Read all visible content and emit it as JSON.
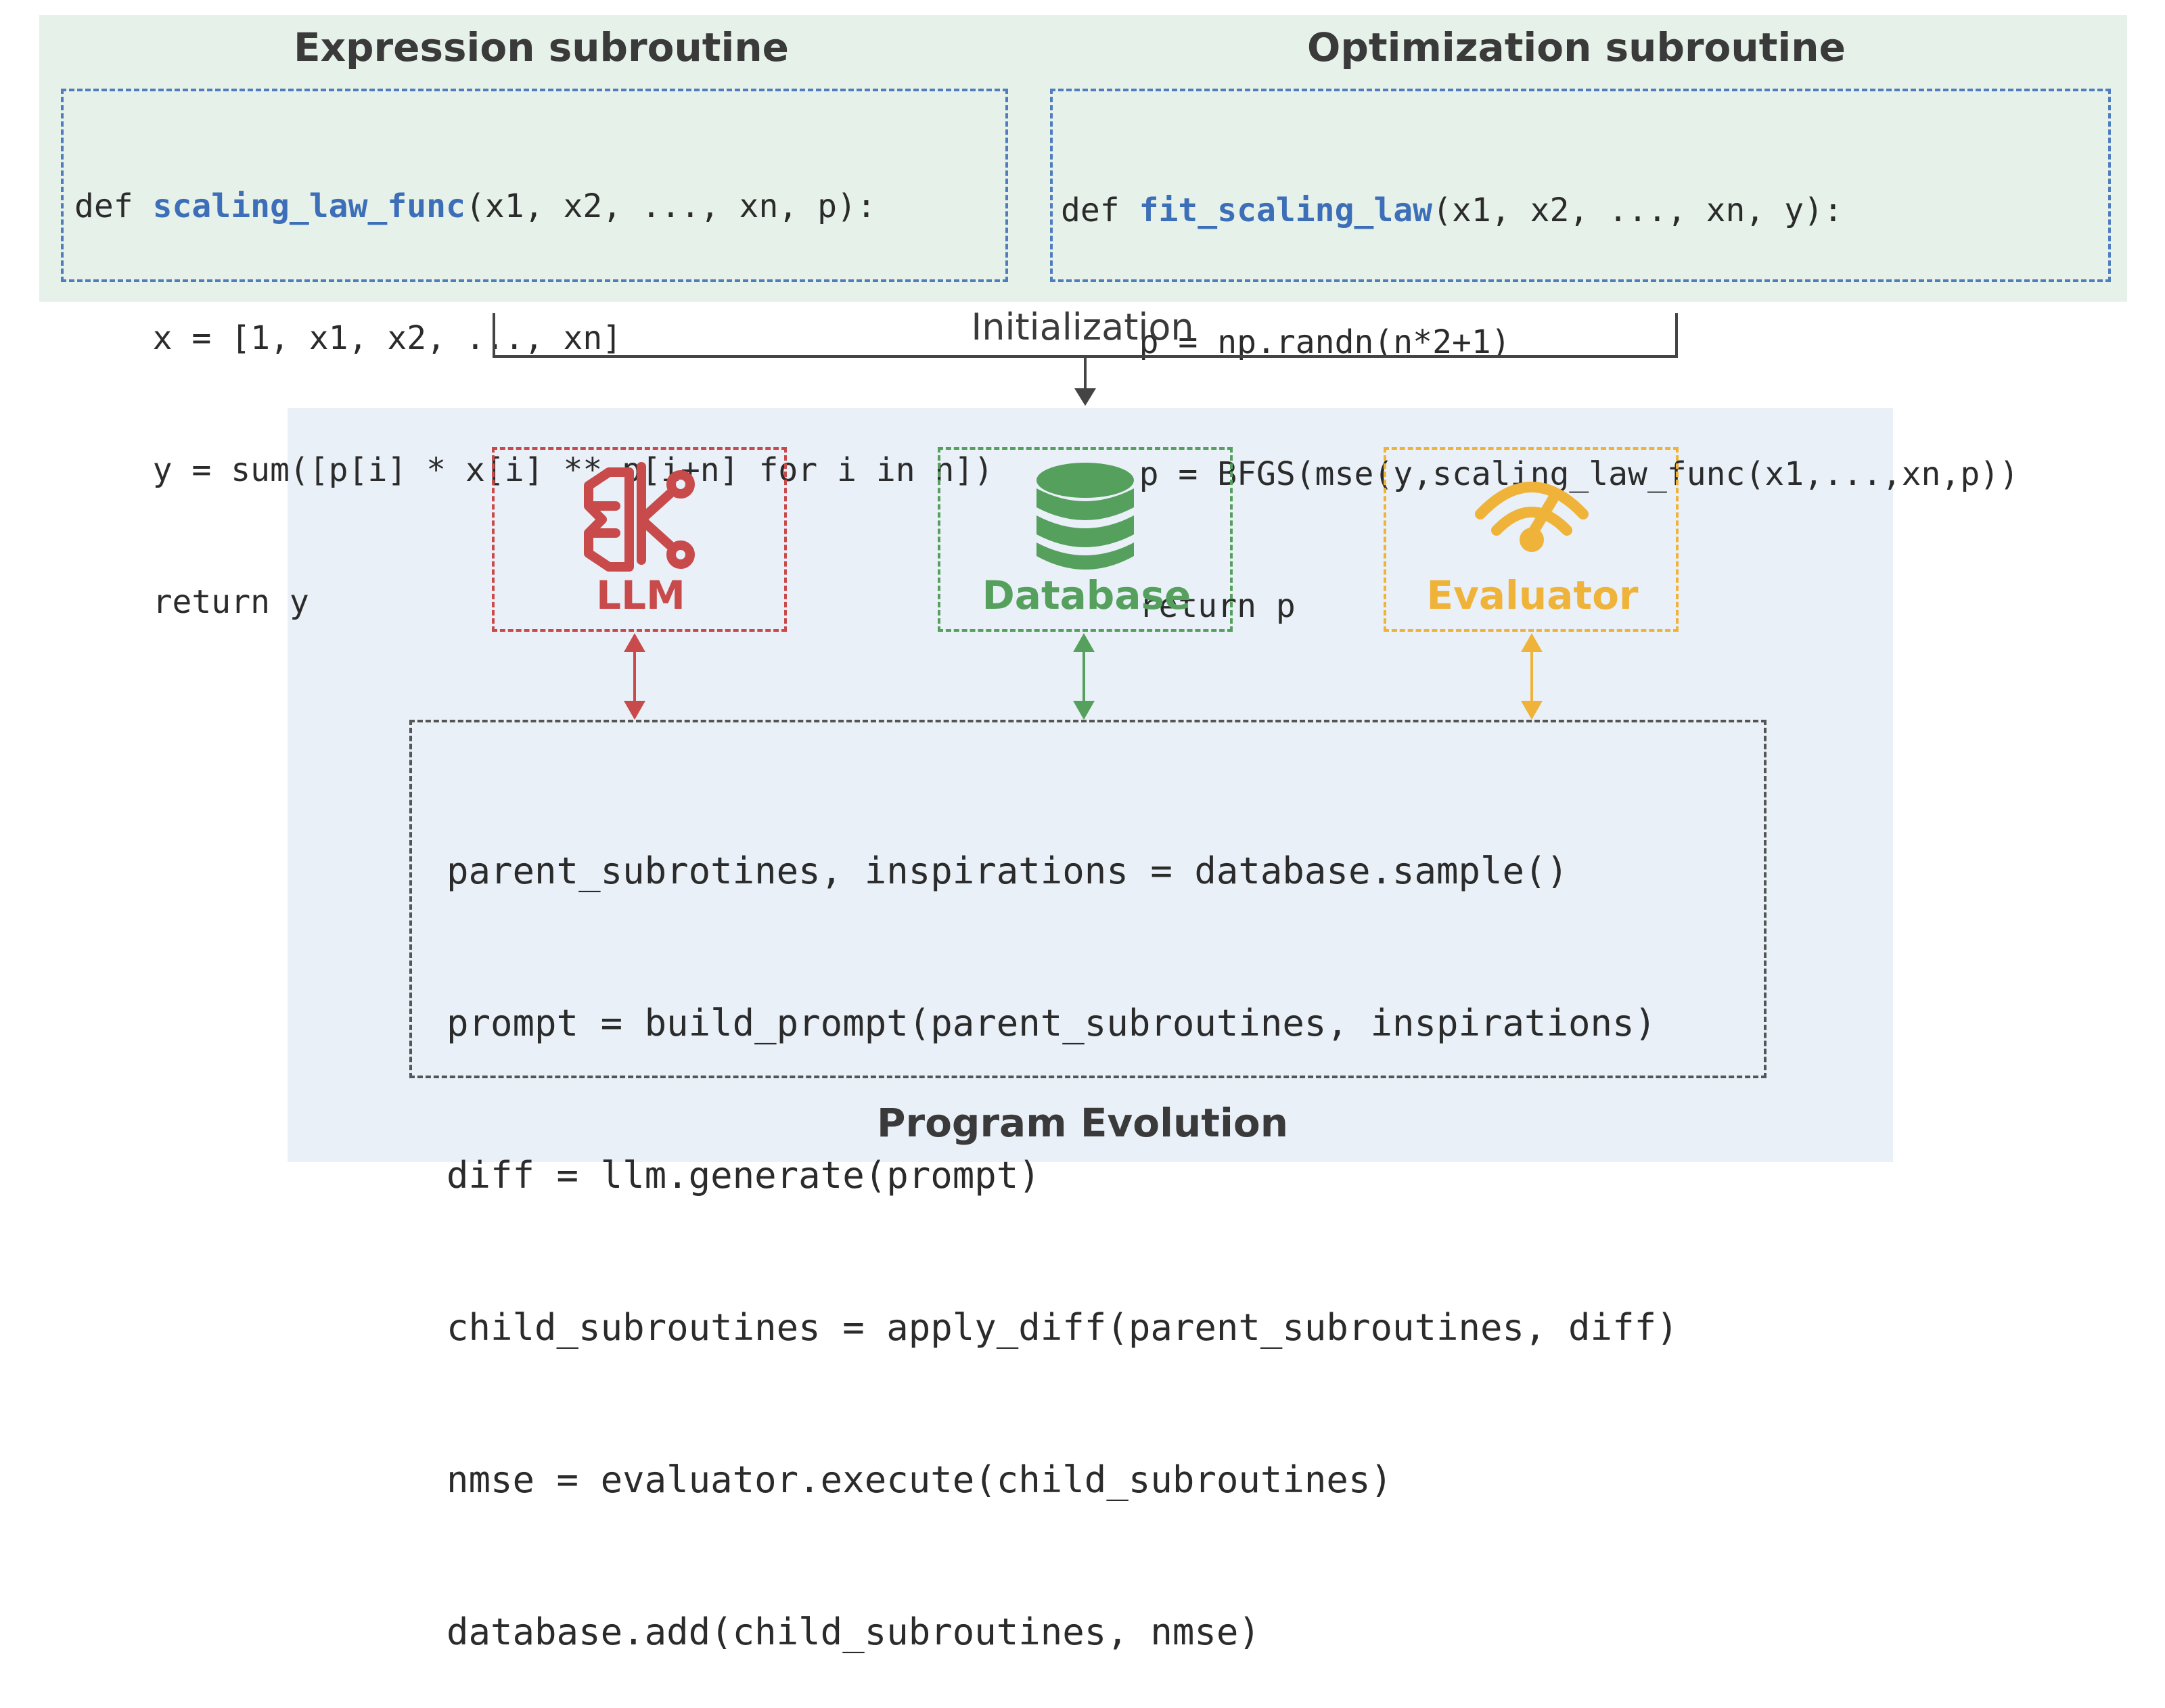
{
  "top": {
    "expression": {
      "title": "Expression subroutine",
      "def_prefix": "def ",
      "func_name": "scaling_law_func",
      "signature_rest": "(x1, x2, ..., xn, p):",
      "lines": [
        "    x = [1, x1, x2, ..., xn]",
        "    y = sum([p[i] * x[i] ** p[i+n] for i in n])",
        "    return y"
      ]
    },
    "optimization": {
      "title": "Optimization subroutine",
      "def_prefix": "def ",
      "func_name": "fit_scaling_law",
      "signature_rest": "(x1, x2, ..., xn, y):",
      "lines": [
        "    p = np.randn(n*2+1)",
        "    p = BFGS(mse(y,scaling_law_func(x1,...,xn,p))",
        "    return p"
      ]
    }
  },
  "connector": {
    "label": "Initialization"
  },
  "components": [
    {
      "id": "llm",
      "label": "LLM",
      "icon": "brain-circuit-icon",
      "color": "#c94a4a"
    },
    {
      "id": "database",
      "label": "Database",
      "icon": "database-stack-icon",
      "color": "#56a05d"
    },
    {
      "id": "evaluator",
      "label": "Evaluator",
      "icon": "gauge-icon",
      "color": "#f0b33a"
    }
  ],
  "evolution": {
    "code_lines": [
      "parent_subrotines, inspirations = database.sample()",
      "prompt = build_prompt(parent_subroutines, inspirations)",
      "diff = llm.generate(prompt)",
      "child_subroutines = apply_diff(parent_subroutines, diff)",
      "nmse = evaluator.execute(child_subroutines)",
      "database.add(child_subroutines, nmse)"
    ],
    "title": "Program Evolution"
  },
  "colors": {
    "top_panel": "#e6f1e9",
    "bottom_panel": "#e9f0f8",
    "code_blue": "#3d6fb8"
  }
}
